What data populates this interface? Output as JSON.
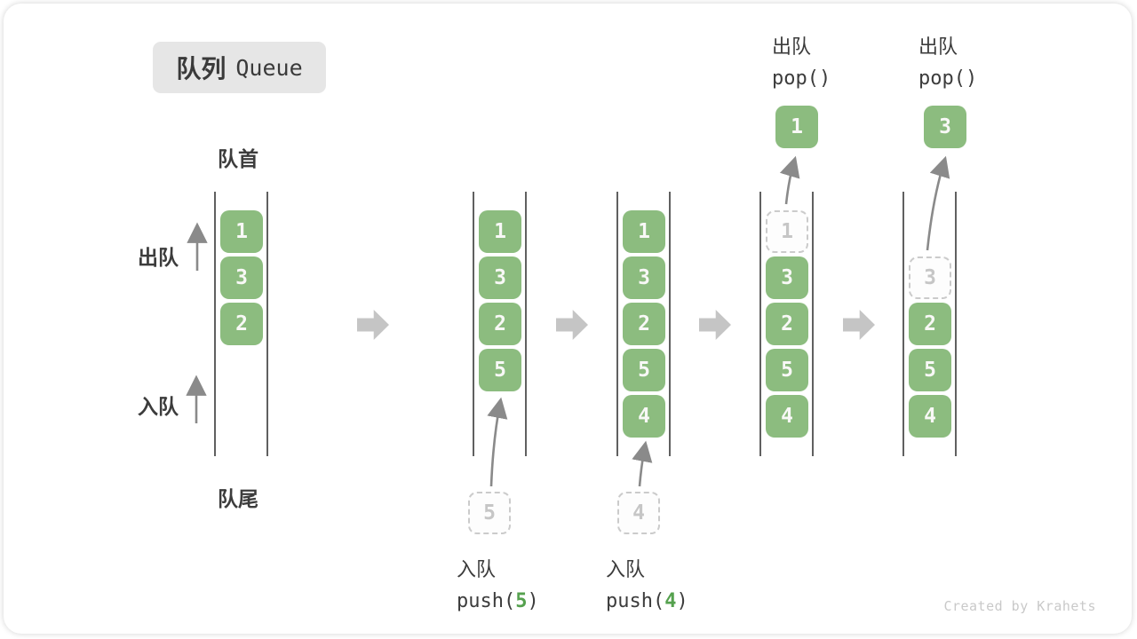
{
  "title": {
    "zh": "队列",
    "en": "Queue"
  },
  "labels": {
    "front": "队首",
    "rear": "队尾",
    "dequeue_side": "出队",
    "enqueue_side": "入队"
  },
  "colors": {
    "box_green": "#8cbc7f",
    "box_text": "#f8f8f6",
    "dashed_border": "#cbcbcb",
    "dashed_text": "#c6c6c6",
    "code_arg_green": "#55a14e",
    "badge_bg": "#e6e6e6",
    "text_dark": "#3c3c3c",
    "thin_arrow": "#8a8a8a",
    "block_arrow": "#c5c5c5",
    "queue_wall": "#606060",
    "credit_gray": "#c9c9c9"
  },
  "queues": [
    {
      "name": "state-initial",
      "boxes": [
        {
          "slot": 1,
          "value": "1",
          "type": "solid"
        },
        {
          "slot": 2,
          "value": "3",
          "type": "solid"
        },
        {
          "slot": 3,
          "value": "2",
          "type": "solid"
        }
      ]
    },
    {
      "name": "state-after-push-5",
      "boxes": [
        {
          "slot": 1,
          "value": "1",
          "type": "solid"
        },
        {
          "slot": 2,
          "value": "3",
          "type": "solid"
        },
        {
          "slot": 3,
          "value": "2",
          "type": "solid"
        },
        {
          "slot": 4,
          "value": "5",
          "type": "solid"
        }
      ],
      "incoming": {
        "value": "5"
      },
      "op": {
        "action": "入队",
        "code_prefix": "push(",
        "code_arg": "5",
        "code_suffix": ")"
      }
    },
    {
      "name": "state-after-push-4",
      "boxes": [
        {
          "slot": 1,
          "value": "1",
          "type": "solid"
        },
        {
          "slot": 2,
          "value": "3",
          "type": "solid"
        },
        {
          "slot": 3,
          "value": "2",
          "type": "solid"
        },
        {
          "slot": 4,
          "value": "5",
          "type": "solid"
        },
        {
          "slot": 5,
          "value": "4",
          "type": "solid"
        }
      ],
      "incoming": {
        "value": "4"
      },
      "op": {
        "action": "入队",
        "code_prefix": "push(",
        "code_arg": "4",
        "code_suffix": ")"
      }
    },
    {
      "name": "state-after-pop-1",
      "boxes": [
        {
          "slot": 1,
          "value": "1",
          "type": "dashed"
        },
        {
          "slot": 2,
          "value": "3",
          "type": "solid"
        },
        {
          "slot": 3,
          "value": "2",
          "type": "solid"
        },
        {
          "slot": 4,
          "value": "5",
          "type": "solid"
        },
        {
          "slot": 5,
          "value": "4",
          "type": "solid"
        }
      ],
      "popped": {
        "value": "1"
      },
      "op": {
        "action": "出队",
        "code": "pop()"
      }
    },
    {
      "name": "state-after-pop-3",
      "boxes": [
        {
          "slot": 2,
          "value": "3",
          "type": "dashed"
        },
        {
          "slot": 3,
          "value": "2",
          "type": "solid"
        },
        {
          "slot": 4,
          "value": "5",
          "type": "solid"
        },
        {
          "slot": 5,
          "value": "4",
          "type": "solid"
        }
      ],
      "popped": {
        "value": "3"
      },
      "op": {
        "action": "出队",
        "code": "pop()"
      }
    }
  ],
  "credit": "Created by Krahets"
}
